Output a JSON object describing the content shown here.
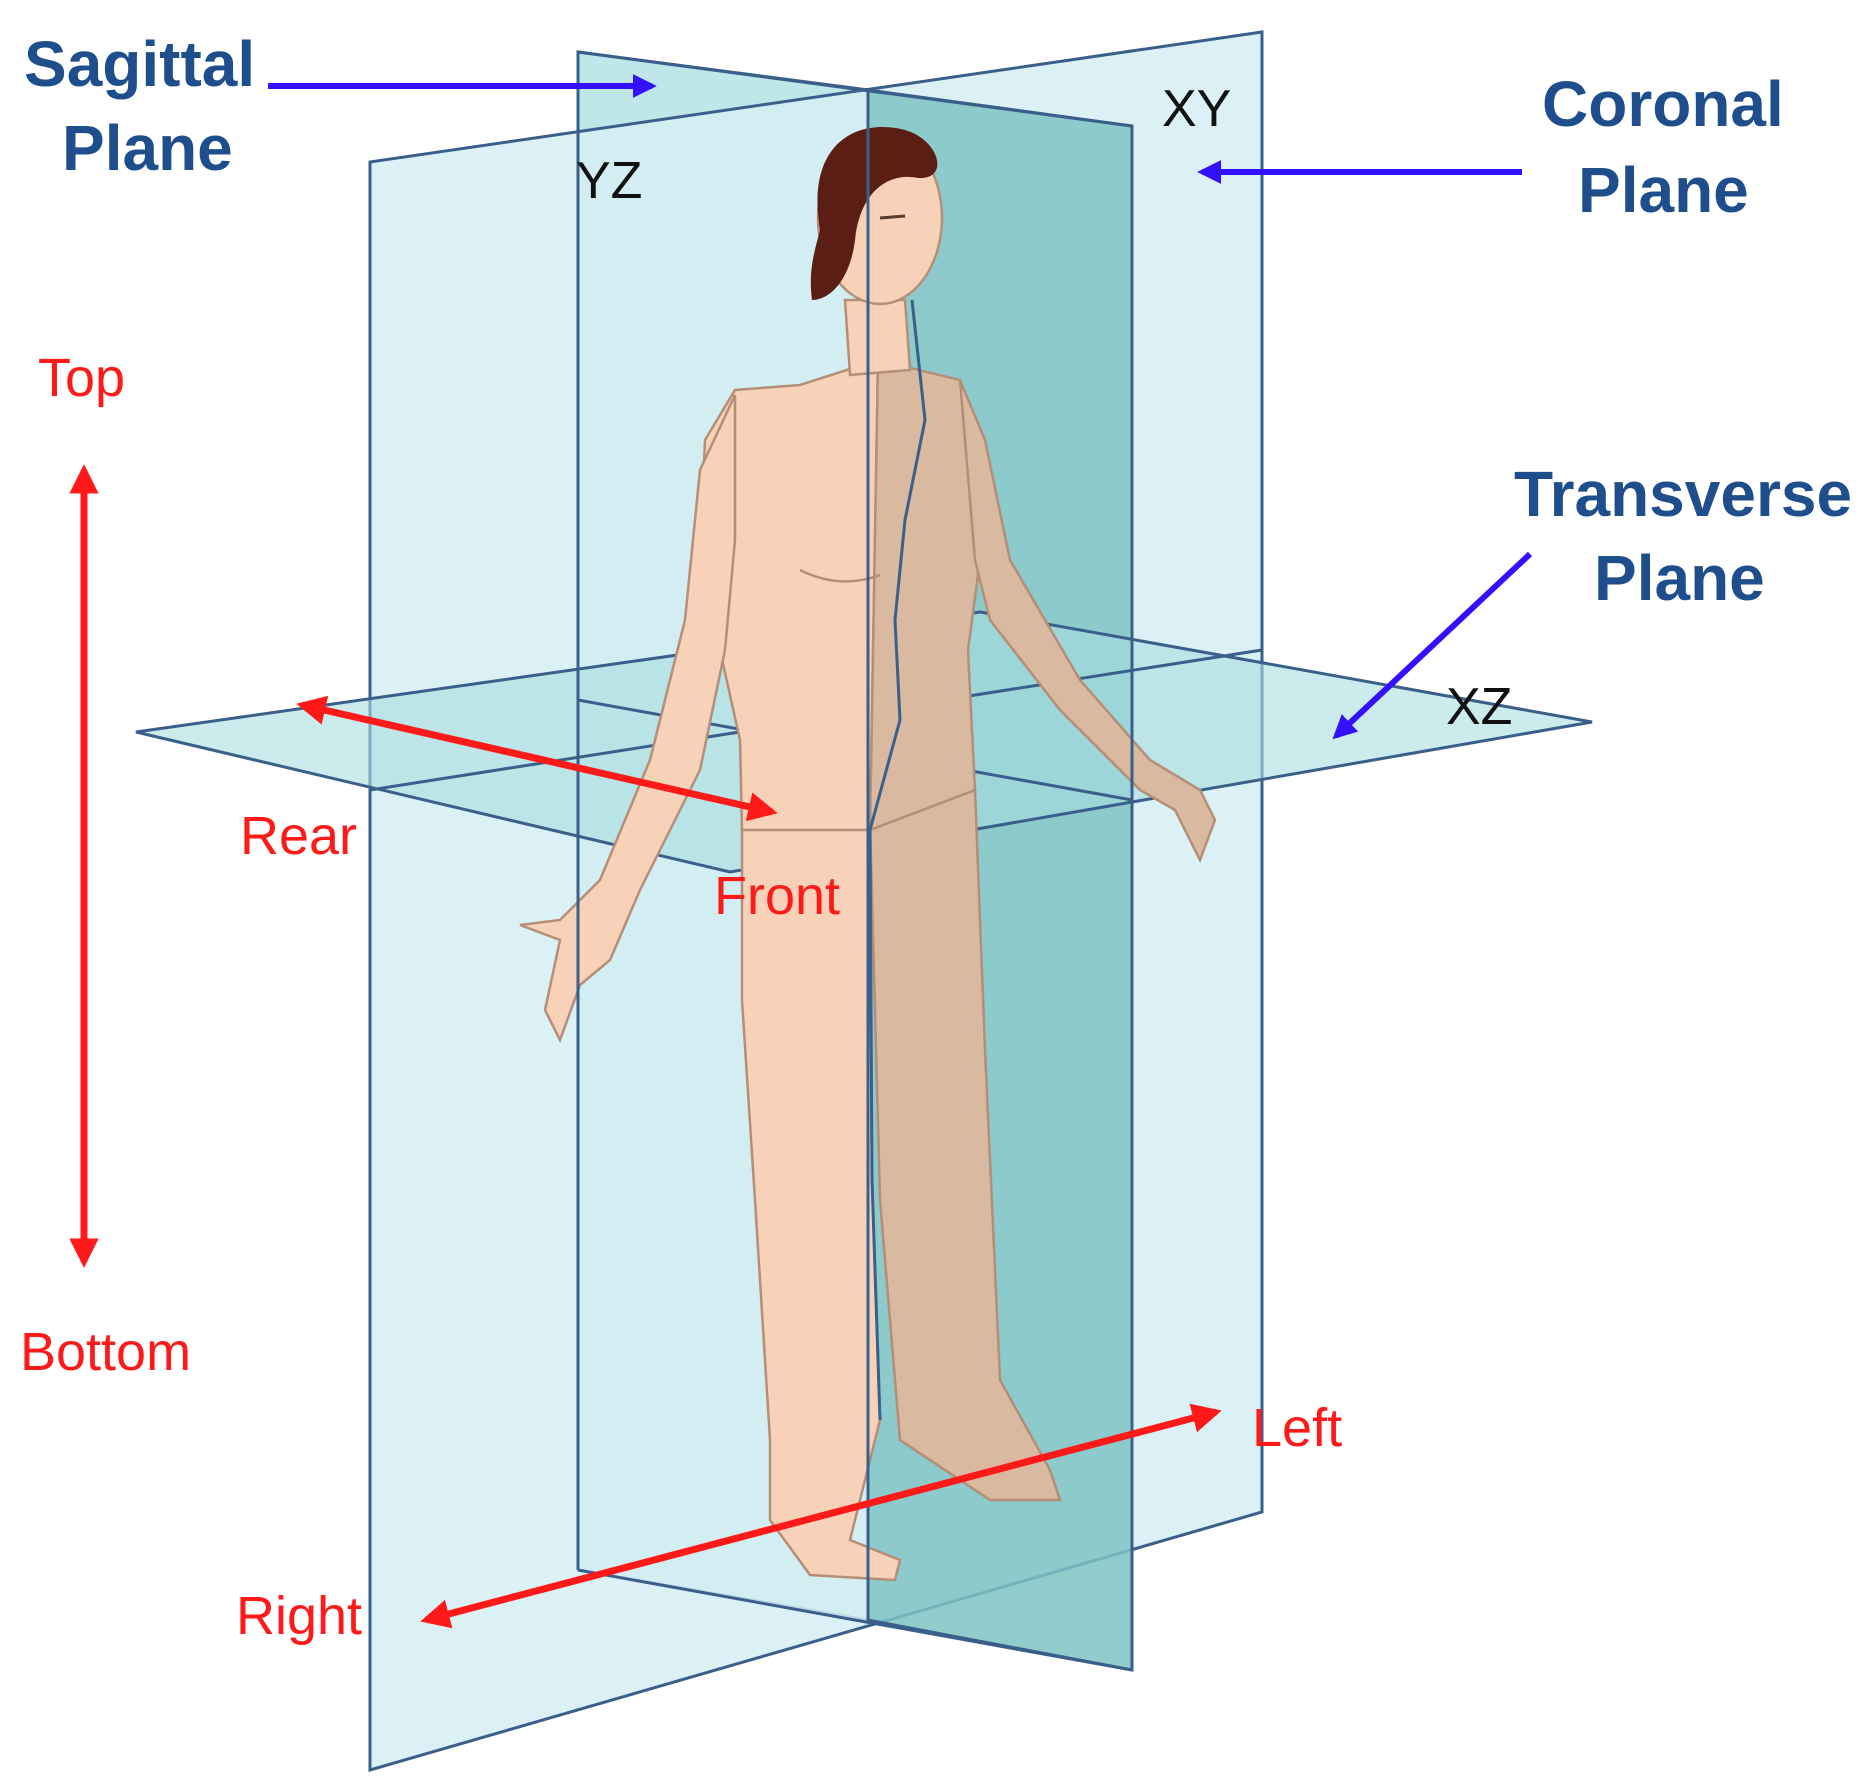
{
  "colors": {
    "plane_blue": "#1f4e8c",
    "plane_fill_light": "#d6eef4",
    "plane_fill_mid": "#a9dde0",
    "plane_fill_dark": "#7ec3c4",
    "plane_edge": "#3a5f8a",
    "pointer_arrow": "#3311ff",
    "direction_arrow": "#ff1a1a",
    "skin": "#f7d2b8",
    "skin_shadow": "#d9b9a0",
    "hair": "#5a1e14"
  },
  "planes": {
    "sagittal": {
      "line1": "Sagittal",
      "line2": "Plane",
      "code": "YZ"
    },
    "coronal": {
      "line1": "Coronal",
      "line2": "Plane",
      "code": "XY"
    },
    "transverse": {
      "line1": "Transverse",
      "line2": "Plane",
      "code": "XZ"
    }
  },
  "directions": {
    "top": "Top",
    "bottom": "Bottom",
    "rear": "Rear",
    "front": "Front",
    "left": "Left",
    "right": "Right"
  },
  "icons": {
    "pointer": "arrow-icon",
    "double_arrow": "double-arrow-icon",
    "figure": "human-figure-icon"
  }
}
